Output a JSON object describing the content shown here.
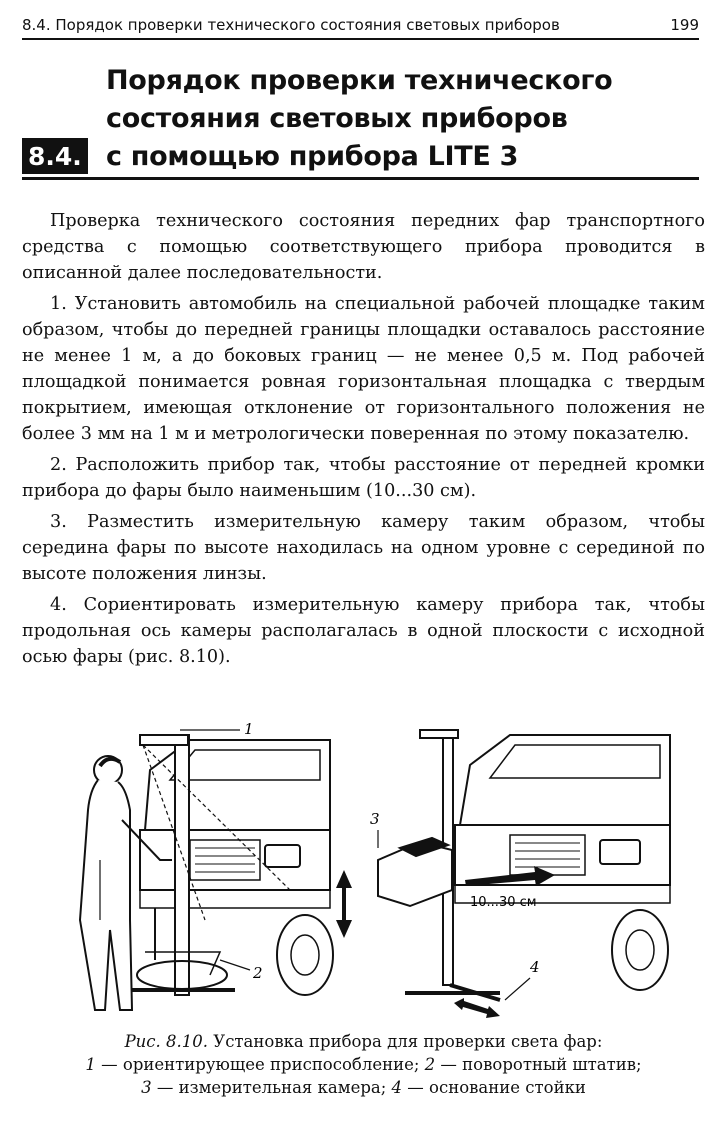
{
  "header": {
    "running_title": "8.4. Порядок проверки технического состояния световых приборов",
    "page_number": "199"
  },
  "section": {
    "number": "8.4.",
    "title_lines": [
      "Порядок проверки технического",
      "состояния световых приборов",
      "с помощью прибора LITE 3"
    ]
  },
  "paragraphs": [
    "Проверка технического состояния передних фар транспортного средства с помощью соответствующего прибора проводится в описанной далее последовательности.",
    "1. Установить автомобиль на специальной рабочей площадке таким образом, чтобы до передней границы площадки оставалось расстояние не менее 1 м, а до боковых границ — не менее 0,5 м. Под рабочей площадкой понимается ровная горизонтальная площадка с твердым покрытием, имеющая отклонение от горизонтального положения не более 3 мм на 1 м и метрологически поверенная по этому показателю.",
    "2. Расположить прибор так, чтобы расстояние от передней кромки прибора до фары было наименьшим (10...30 см).",
    "3. Разместить измерительную камеру таким образом, чтобы середина фары по высоте находилась на одном уровне с серединой по высоте положения линзы.",
    "4. Сориентировать измерительную камеру прибора так, чтобы продольная ось камеры располагалась в одной плоскости с исходной осью фары (рис. 8.10)."
  ],
  "figure": {
    "callouts": [
      "1",
      "2",
      "3",
      "4"
    ],
    "distance_label": "10...30 см"
  },
  "caption": {
    "label": "Рис. 8.10.",
    "title": "Установка прибора для проверки света фар:",
    "items": [
      {
        "num": "1",
        "text": "— ориентирующее приспособление;"
      },
      {
        "num": "2",
        "text": "— поворотный штатив;"
      },
      {
        "num": "3",
        "text": "— измерительная камера;"
      },
      {
        "num": "4",
        "text": "— основание стойки"
      }
    ]
  }
}
